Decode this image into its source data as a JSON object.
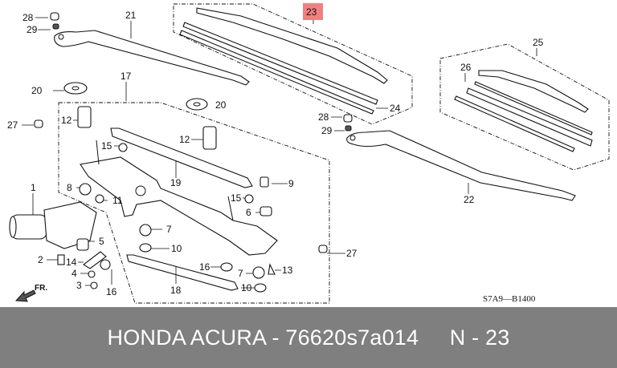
{
  "diagram": {
    "callouts": {
      "c28a": "28",
      "c29a": "29",
      "c21": "21",
      "c20a": "20",
      "c17": "17",
      "c20b": "20",
      "c12a": "12",
      "c27a": "27",
      "c15a": "15",
      "c12b": "12",
      "c19": "19",
      "c9": "9",
      "c8": "8",
      "c11": "11",
      "c15b": "15",
      "c6": "6",
      "c1": "1",
      "c7a": "7",
      "c5": "5",
      "c10a": "10",
      "c16a": "16",
      "c7b": "7",
      "c13": "13",
      "c2": "2",
      "c14": "14",
      "c4": "4",
      "c3": "3",
      "c16b": "16",
      "c18": "18",
      "c10b": "10",
      "c23": "23",
      "c24": "24",
      "c28b": "28",
      "c29b": "29",
      "c25": "25",
      "c26": "26",
      "c22": "22",
      "c27b": "27"
    },
    "highlight_color": "#f08080",
    "front_label": "FR.",
    "diagram_code": "S7A9—B1400"
  },
  "banner": {
    "text": "HONDA ACURA - 76620s7a014     N - 23",
    "background": "#7f7f7f"
  }
}
